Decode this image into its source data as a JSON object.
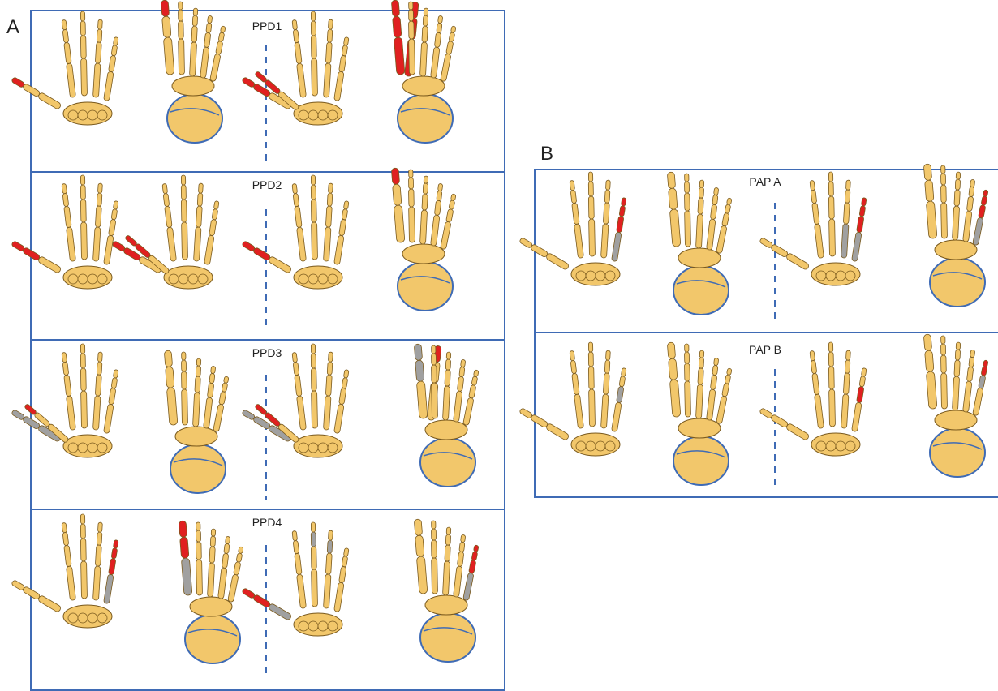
{
  "figure": {
    "panel_a": {
      "letter": "A",
      "rows": [
        {
          "title": "PPD1",
          "hands": [
            {
              "view": "dorsal",
              "marks": [
                {
                  "digit": 1,
                  "color": "red",
                  "from": 0.62,
                  "to": 1.0
                }
              ]
            },
            {
              "view": "palmar",
              "marks": [
                {
                  "digit": 1,
                  "color": "red",
                  "from": 0.72,
                  "to": 1.0
                }
              ]
            },
            {
              "view": "dorsal",
              "marks": [
                {
                  "digit": 1,
                  "color": "red",
                  "from": 0.35,
                  "to": 1.0
                },
                {
                  "digit": 1,
                  "color": "red",
                  "from": 0.5,
                  "to": 1.0,
                  "dup": true
                }
              ]
            },
            {
              "view": "palmar",
              "marks": [
                {
                  "digit": 1,
                  "color": "red",
                  "from": 0.0,
                  "to": 1.0
                },
                {
                  "digit": 1,
                  "color": "red",
                  "from": 0.15,
                  "to": 1.0,
                  "dup": true
                }
              ]
            }
          ]
        },
        {
          "title": "PPD2",
          "hands": [
            {
              "view": "dorsal",
              "marks": [
                {
                  "digit": 1,
                  "color": "red",
                  "from": 0.35,
                  "to": 1.0
                }
              ]
            },
            {
              "view": "dorsal",
              "marks": [
                {
                  "digit": 1,
                  "color": "red",
                  "from": 0.35,
                  "to": 1.0
                },
                {
                  "digit": 1,
                  "color": "red",
                  "from": 0.5,
                  "to": 1.0,
                  "dup": true
                }
              ]
            },
            {
              "view": "dorsal",
              "marks": [
                {
                  "digit": 1,
                  "color": "red",
                  "from": 0.3,
                  "to": 1.0
                }
              ]
            },
            {
              "view": "palmar",
              "marks": [
                {
                  "digit": 1,
                  "color": "red",
                  "from": 0.72,
                  "to": 1.0
                }
              ]
            }
          ]
        },
        {
          "title": "PPD3",
          "hands": [
            {
              "view": "dorsal",
              "marks": [
                {
                  "digit": 1,
                  "color": "gray",
                  "from": 0.0,
                  "to": 1.0
                },
                {
                  "digit": 1,
                  "color": "red",
                  "from": 0.65,
                  "to": 1.0,
                  "dup": true
                }
              ]
            },
            {
              "view": "palmar",
              "marks": []
            },
            {
              "view": "dorsal",
              "marks": [
                {
                  "digit": 1,
                  "color": "gray",
                  "from": 0.0,
                  "to": 1.0
                },
                {
                  "digit": 1,
                  "color": "red",
                  "from": 0.55,
                  "to": 1.0,
                  "dup": true
                }
              ]
            },
            {
              "view": "palmar",
              "marks": [
                {
                  "digit": 1,
                  "color": "gray",
                  "from": 0.6,
                  "to": 1.0
                },
                {
                  "digit": 1,
                  "color": "red",
                  "from": 0.85,
                  "to": 1.0,
                  "dup": true
                }
              ]
            }
          ]
        },
        {
          "title": "PPD4",
          "hands": [
            {
              "view": "dorsal",
              "marks": [
                {
                  "digit": 5,
                  "color": "gray",
                  "from": 0.0,
                  "to": 0.45
                },
                {
                  "digit": 5,
                  "color": "red",
                  "from": 0.45,
                  "to": 1.0
                }
              ]
            },
            {
              "view": "palmar",
              "marks": [
                {
                  "digit": 1,
                  "color": "gray",
                  "from": 0.0,
                  "to": 0.5
                },
                {
                  "digit": 1,
                  "color": "red",
                  "from": 0.5,
                  "to": 1.0
                }
              ]
            },
            {
              "view": "dorsal",
              "marks": [
                {
                  "digit": 1,
                  "color": "gray",
                  "from": 0.0,
                  "to": 0.45
                },
                {
                  "digit": 1,
                  "color": "red",
                  "from": 0.45,
                  "to": 1.0
                },
                {
                  "digit": 3,
                  "color": "gray",
                  "from": 0.7,
                  "to": 0.85
                },
                {
                  "digit": 4,
                  "color": "gray",
                  "from": 0.7,
                  "to": 0.85
                }
              ]
            },
            {
              "view": "palmar",
              "marks": [
                {
                  "digit": 5,
                  "color": "gray",
                  "from": 0.0,
                  "to": 0.45
                },
                {
                  "digit": 5,
                  "color": "red",
                  "from": 0.45,
                  "to": 1.0
                }
              ]
            }
          ]
        }
      ]
    },
    "panel_b": {
      "letter": "B",
      "rows": [
        {
          "title": "PAP A",
          "hands": [
            {
              "view": "dorsal",
              "marks": [
                {
                  "digit": 5,
                  "color": "gray",
                  "from": 0.0,
                  "to": 0.45
                },
                {
                  "digit": 5,
                  "color": "red",
                  "from": 0.45,
                  "to": 1.0
                }
              ]
            },
            {
              "view": "palmar",
              "marks": []
            },
            {
              "view": "dorsal",
              "marks": [
                {
                  "digit": 5,
                  "color": "gray",
                  "from": 0.0,
                  "to": 0.4
                },
                {
                  "digit": 5,
                  "color": "red",
                  "from": 0.4,
                  "to": 1.0
                },
                {
                  "digit": 4,
                  "color": "gray",
                  "from": 0.0,
                  "to": 0.4
                }
              ]
            },
            {
              "view": "palmar",
              "marks": [
                {
                  "digit": 5,
                  "color": "gray",
                  "from": 0.0,
                  "to": 0.5
                },
                {
                  "digit": 5,
                  "color": "red",
                  "from": 0.5,
                  "to": 1.0
                }
              ]
            }
          ]
        },
        {
          "title": "PAP B",
          "hands": [
            {
              "view": "dorsal",
              "marks": [
                {
                  "digit": 5,
                  "color": "gray",
                  "from": 0.55,
                  "to": 0.72
                }
              ]
            },
            {
              "view": "palmar",
              "marks": []
            },
            {
              "view": "dorsal",
              "marks": [
                {
                  "digit": 5,
                  "color": "red",
                  "from": 0.55,
                  "to": 0.72
                }
              ]
            },
            {
              "view": "palmar",
              "marks": [
                {
                  "digit": 5,
                  "color": "gray",
                  "from": 0.4,
                  "to": 0.75
                },
                {
                  "digit": 5,
                  "color": "red",
                  "from": 0.75,
                  "to": 1.0
                }
              ]
            }
          ]
        }
      ]
    },
    "colors": {
      "bone": "#f2c76b",
      "bone_outline": "#7a5a1e",
      "carpal_outline": "#3f6bb5",
      "red": "#e02020",
      "gray": "#a0a0a0",
      "frame": "#3f6bb5"
    }
  }
}
